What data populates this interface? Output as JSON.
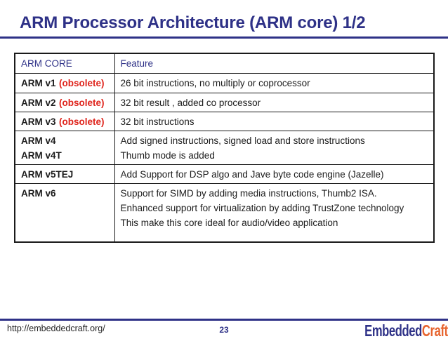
{
  "colors": {
    "navy": "#2e3187",
    "red": "#df241c",
    "logo_orange": "#e7642e",
    "table_border": "#1a1a1a"
  },
  "header": {
    "title": "ARM Processor Architecture (ARM core) 1/2"
  },
  "table": {
    "col_headers": [
      "ARM CORE",
      "Feature"
    ],
    "rows": [
      {
        "core": "ARM v1",
        "obsolete": "(obsolete)",
        "features": [
          "26 bit instructions, no multiply or coprocessor"
        ]
      },
      {
        "core": "ARM v2",
        "obsolete": "(obsolete)",
        "features": [
          "32 bit result , added co processor"
        ]
      },
      {
        "core": "ARM v3",
        "obsolete": "(obsolete)",
        "features": [
          "32 bit instructions"
        ]
      },
      {
        "core": "ARM v4",
        "core2": "ARM v4T",
        "features": [
          "Add signed instructions, signed load and store instructions",
          "Thumb mode is added"
        ]
      },
      {
        "core": "ARM v5TEJ",
        "features": [
          "Add Support for DSP algo and Jave byte code engine (Jazelle)"
        ]
      },
      {
        "core": "ARM v6",
        "features": [
          "Support for SIMD by adding media instructions, Thumb2 ISA.",
          "Enhanced support for virtualization by adding TrustZone technology",
          "This make this core ideal for audio/video application"
        ]
      }
    ]
  },
  "footer": {
    "url": "http://embeddedcraft.org/",
    "page_number": "23",
    "logo_part1": "Embedded",
    "logo_part2": "Craft"
  }
}
